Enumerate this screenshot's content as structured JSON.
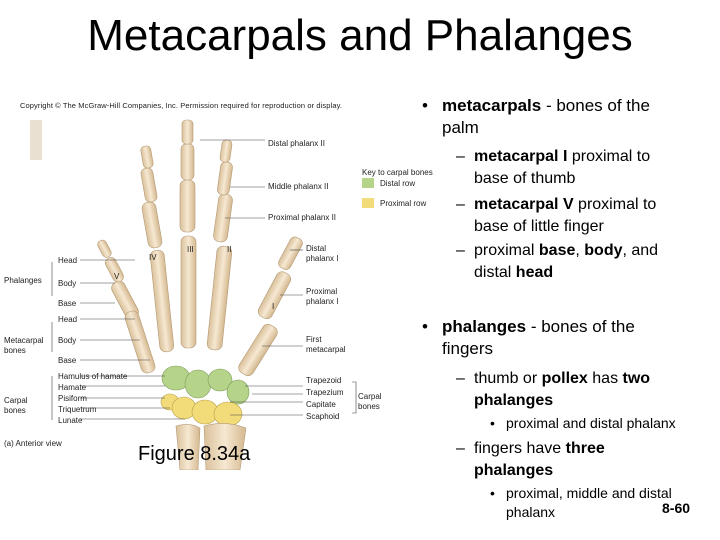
{
  "title": "Metacarpals and Phalanges",
  "copyright": "Copyright © The McGraw-Hill Companies, Inc. Permission required for reproduction or display.",
  "figure": {
    "labels_right": [
      "Distal phalanx II",
      "Middle phalanx II",
      "Proximal phalanx II",
      "Distal phalanx I",
      "Proximal phalanx I",
      "First metacarpal",
      "Trapezoid",
      "Trapezium",
      "Capitate",
      "Scaphoid",
      "Carpal bones"
    ],
    "labels_left": [
      "Head",
      "Phalanges",
      "Body",
      "Base",
      "Head",
      "Metacarpal bones",
      "Body",
      "Base",
      "Hamulus of hamate",
      "Hamate",
      "Carpal bones",
      "Pisiform",
      "Triquetrum",
      "Lunate",
      "(a) Anterior view"
    ],
    "roman": [
      "V",
      "IV",
      "III",
      "II",
      "I"
    ],
    "key": {
      "title": "Key to carpal bones",
      "distal": "Distal row",
      "proximal": "Proximal row"
    },
    "colors": {
      "bone": "#efdcc0",
      "distal_row": "#b5d48a",
      "proximal_row": "#f2dc7a"
    },
    "caption": "Figure 8.34a"
  },
  "bullets": {
    "metacarpals": {
      "term": "metacarpals",
      "rest": " - bones of the",
      "line2": "palm"
    },
    "mc1": {
      "term": "metacarpal I",
      "rest": " proximal to",
      "line2": "base of thumb"
    },
    "mc5": {
      "term": "metacarpal V",
      "rest": " proximal to",
      "line2": "base of little finger"
    },
    "parts": {
      "a": "proximal ",
      "b": "base",
      "c": ", ",
      "d": "body",
      "e": ", and",
      "f": "distal ",
      "g": "head"
    },
    "phalanges": {
      "term": "phalanges",
      "rest": " - bones of the",
      "line2": "fingers"
    },
    "thumb": {
      "a": "thumb or ",
      "b": "pollex",
      "c": " has ",
      "d": "two",
      "e": "phalanges"
    },
    "thumb_sub": "proximal and distal phalanx",
    "fingers": {
      "a": "fingers have ",
      "b": "three",
      "c": "phalanges"
    },
    "fingers_sub": {
      "line1": "proximal, middle and distal",
      "line2": "phalanx"
    }
  },
  "page_number": "8-60"
}
